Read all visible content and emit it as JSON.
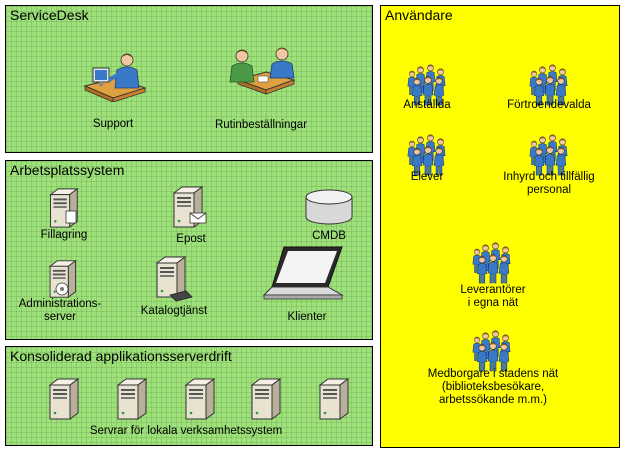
{
  "servicedesk": {
    "title": "ServiceDesk",
    "items": [
      {
        "label": "Support",
        "icon": "helpdesk-person-icon"
      },
      {
        "label": "Rutinbeställningar",
        "icon": "meeting-people-icon"
      }
    ]
  },
  "arbetsplats": {
    "title": "Arbetsplatssystem",
    "items": [
      {
        "label": "Fillagring",
        "icon": "file-server-icon"
      },
      {
        "label": "Epost",
        "icon": "mail-server-icon"
      },
      {
        "label": "CMDB",
        "icon": "database-icon"
      },
      {
        "label": "Administrations-\nserver",
        "icon": "admin-server-icon"
      },
      {
        "label": "Katalogtjänst",
        "icon": "directory-server-icon"
      },
      {
        "label": "Klienter",
        "icon": "laptop-icon"
      }
    ]
  },
  "konsoliderad": {
    "title": "Konsoliderad applikationsserverdrift",
    "servers_label": "Servrar för lokala verksamhetssystem",
    "server_count": 5
  },
  "anvandare": {
    "title": "Användare",
    "groups": [
      {
        "label": "Anställda",
        "icon": "people-group-icon"
      },
      {
        "label": "Förtroendevalda",
        "icon": "people-group-icon"
      },
      {
        "label": "Elever",
        "icon": "people-group-icon"
      },
      {
        "label": "Inhyrd och tillfällig\npersonal",
        "icon": "people-group-icon"
      },
      {
        "label": "Leverantörer\ni egna nät",
        "icon": "people-group-icon"
      },
      {
        "label": "Medborgare i stadens nät\n(biblioteksbesökare,\narbetssökande m.m.)",
        "icon": "people-group-icon"
      }
    ]
  },
  "colors": {
    "panel_green": "#9ee07a",
    "users_yellow": "#ffff00",
    "person_blue": "#3a78c8",
    "server_beige": "#e8e2d0"
  }
}
